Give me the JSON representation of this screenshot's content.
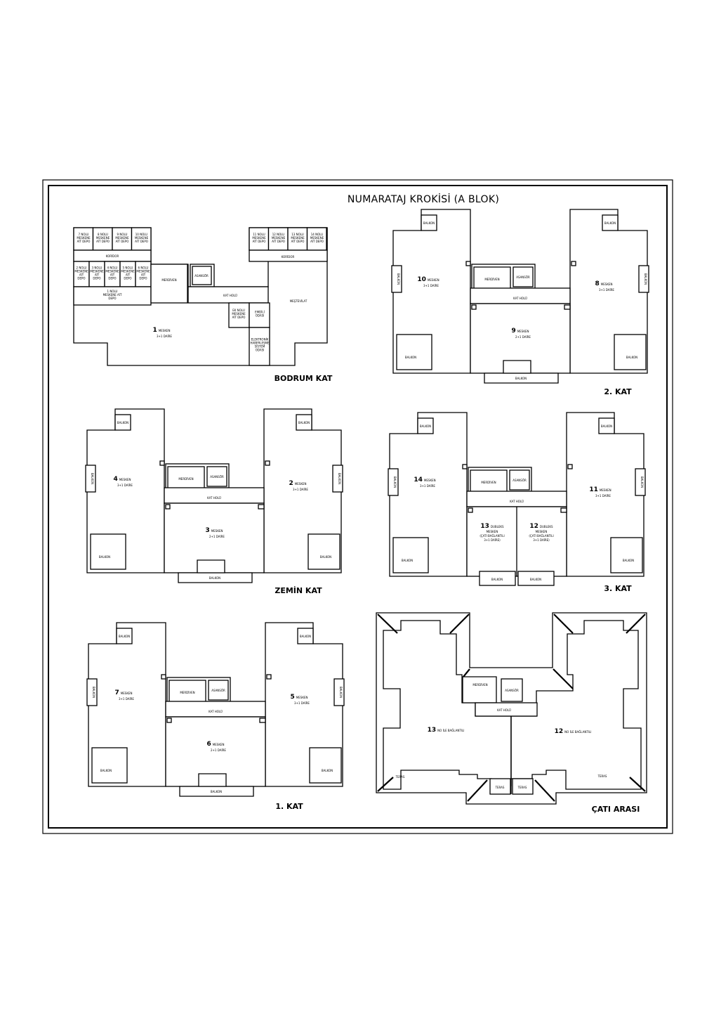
{
  "title": "NUMARATAJ KROKİSİ (A BLOK)",
  "common": {
    "stair": "MERDİVEN",
    "elevator": "ASANSÖR",
    "hall": "KAT HOLÜ",
    "balcony": "BALKON",
    "terrace": "TERAS"
  },
  "floors": {
    "bodrum": {
      "label": "BODRUM KAT",
      "storage_top_left": [
        "7 NOLU MESKENE AİT DEPO",
        "8 NOLU MESKENE AİT DEPO",
        "9 NOLU MESKENE AİT DEPO",
        "10 NOLU MESKENE AİT DEPO"
      ],
      "storage_mid_left": [
        "2 NOLU MESKENE AİT DEPO",
        "3 NOLU MESKENE AİT DEPO",
        "4 NOLU MESKENE AİT DEPO",
        "5 NOLU MESKENE AİT DEPO",
        "6 NOLU MESKENE AİT DEPO"
      ],
      "storage_top_right": [
        "11 NOLU MESKENE AİT DEPO",
        "12 NOLU MESKENE AİT DEPO",
        "13 NOLU MESKENE AİT DEPO",
        "14 NOLU MESKENE AİT DEPO"
      ],
      "corridor_left": "KORİDOR",
      "corridor_right": "KORİDOR",
      "storage_1": "1 NOLU MESKENE AİT DEPO",
      "mechanical": "MEŞTEVİLAT",
      "storage_extra": "EK NOLU MESKENE AİT DEPO",
      "meter_room": "EMDİLİ ODASI",
      "electronic_room": "ELEKTRONİK HABERLEŞME SİSTEM ODASI",
      "unit": {
        "no": "1",
        "name": "MESKEN",
        "type": "3+1 DAİRE"
      }
    },
    "kat2": {
      "label": "2. KAT",
      "units": [
        {
          "no": "10",
          "name": "MESKEN",
          "type": "3+1 DAİRE"
        },
        {
          "no": "9",
          "name": "MESKEN",
          "type": "2+1 DAİRE"
        },
        {
          "no": "8",
          "name": "MESKEN",
          "type": "3+1 DAİRE"
        }
      ]
    },
    "zemin": {
      "label": "ZEMİN KAT",
      "units": [
        {
          "no": "4",
          "name": "MESKEN",
          "type": "3+1 DAİRE"
        },
        {
          "no": "3",
          "name": "MESKEN",
          "type": "2+1 DAİRE"
        },
        {
          "no": "2",
          "name": "MESKEN",
          "type": "3+1 DAİRE"
        }
      ]
    },
    "kat3": {
      "label": "3. KAT",
      "units": [
        {
          "no": "14",
          "name": "MESKEN",
          "type": "3+1 DAİRE"
        },
        {
          "no": "13",
          "name": "DUBLEKS MESKEN",
          "type": "(ÇATI BAĞLANTILI 3+1 DAİRE)"
        },
        {
          "no": "12",
          "name": "DUBLEKS MESKEN",
          "type": "(ÇATI BAĞLANTILI 3+1 DAİRE)"
        },
        {
          "no": "11",
          "name": "MESKEN",
          "type": "3+1 DAİRE"
        }
      ]
    },
    "kat1": {
      "label": "1. KAT",
      "units": [
        {
          "no": "7",
          "name": "MESKEN",
          "type": "3+1 DAİRE"
        },
        {
          "no": "6",
          "name": "MESKEN",
          "type": "2+1 DAİRE"
        },
        {
          "no": "5",
          "name": "MESKEN",
          "type": "3+1 DAİRE"
        }
      ]
    },
    "cati": {
      "label": "ÇATI ARASI",
      "units": [
        {
          "no": "13",
          "name": "NO İLE BAĞLANTILI"
        },
        {
          "no": "12",
          "name": "NO İLE BAĞLANTILI"
        }
      ]
    }
  }
}
